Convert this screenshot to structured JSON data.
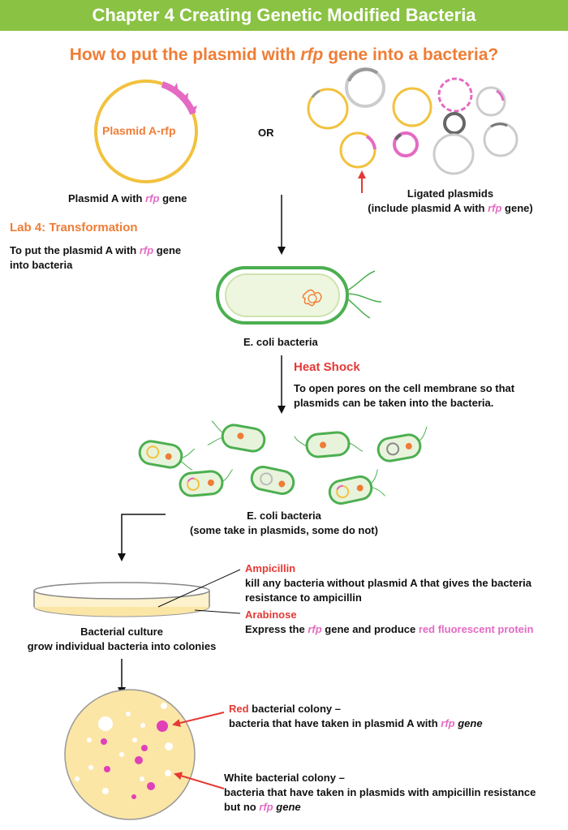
{
  "header": {
    "title": "Chapter 4 Creating Genetic Modified Bacteria"
  },
  "subtitle": {
    "pre": "How to put the plasmid with ",
    "gene": "rfp",
    "post": " gene into a bacteria?"
  },
  "plasmid_a": {
    "label": "Plasmid A-rfp",
    "caption_pre": "Plasmid A with ",
    "caption_gene": "rfp",
    "caption_post": " gene"
  },
  "or_label": "OR",
  "ligated": {
    "line1": "Ligated plasmids",
    "line2_pre": "(include plasmid A with ",
    "line2_gene": "rfp",
    "line2_post": " gene)"
  },
  "lab4": {
    "title": "Lab 4: Transformation",
    "desc1_pre": "To put the plasmid A with ",
    "desc1_gene": "rfp",
    "desc1_post": " gene",
    "desc2": "into bacteria"
  },
  "ecoli1": {
    "label": "E. coli bacteria"
  },
  "heat_shock": {
    "title": "Heat Shock",
    "desc1": "To open pores on the cell membrane so that",
    "desc2": "plasmids can be taken into the bacteria."
  },
  "ecoli2": {
    "line1": "E. coli bacteria",
    "line2": "(some take in plasmids, some do not)"
  },
  "ampicillin": {
    "title": "Ampicillin",
    "desc1": "kill any bacteria without plasmid A that gives the bacteria",
    "desc2": "resistance to ampicillin"
  },
  "arabinose": {
    "title": "Arabinose",
    "desc_pre": "Express the ",
    "desc_gene": "rfp",
    "desc_mid": " gene and produce ",
    "desc_protein": "red fluorescent protein"
  },
  "culture": {
    "line1": "Bacterial culture",
    "line2": "grow individual bacteria into colonies"
  },
  "red_colony": {
    "title": "Red",
    "title_rest": " bacterial colony –",
    "desc_pre": "bacteria that have taken in plasmid A with ",
    "desc_gene": "rfp",
    "desc_post": " gene"
  },
  "white_colony": {
    "title": "White bacterial colony –",
    "desc1": "bacteria that have taken in plasmids with ampicillin resistance",
    "desc2_pre": "but no ",
    "desc2_gene": "rfp",
    "desc2_post": " gene"
  },
  "colors": {
    "header_green": "#8ac243",
    "orange": "#ef7d36",
    "red": "#e53935",
    "pink": "#e46ac3",
    "plasmid_yellow": "#f2c23e",
    "cell_green": "#4caf50",
    "plate": "#fbe6a6"
  }
}
